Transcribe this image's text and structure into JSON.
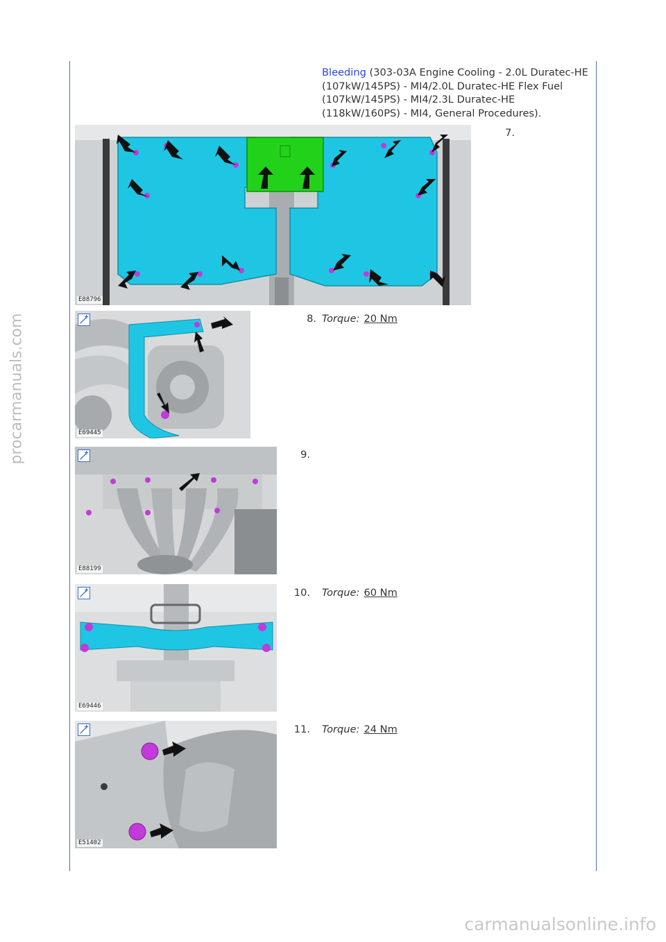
{
  "watermarks": {
    "left": "procarmanuals.com",
    "bottom": "carmanualsonline.info"
  },
  "reference": {
    "link_text": "Bleeding",
    "rest_text": " (303-03A Engine Cooling - 2.0L Duratec-HE (107kW/145PS) - MI4/2.0L Duratec-HE Flex Fuel (107kW/145PS) - MI4/2.3L Duratec-HE (118kW/160PS) - MI4, General Procedures)."
  },
  "steps": [
    {
      "number": "7.",
      "figure_id": "E88796",
      "torque_label": "",
      "torque_value": ""
    },
    {
      "number": "8.",
      "figure_id": "E69445",
      "torque_label": "Torque:",
      "torque_value": "20 Nm"
    },
    {
      "number": "9.",
      "figure_id": "E88199",
      "torque_label": "",
      "torque_value": ""
    },
    {
      "number": "10.",
      "figure_id": "E69446",
      "torque_label": "Torque:",
      "torque_value": "60 Nm"
    },
    {
      "number": "11.",
      "figure_id": "E51402",
      "torque_label": "Torque:",
      "torque_value": "24 Nm"
    }
  ],
  "colors": {
    "rule": "#4a6fb5",
    "link": "#2a45e8",
    "shield_cyan": "#1fc6e4",
    "shield_green": "#22d21a",
    "bolt_magenta": "#c23ad9"
  }
}
